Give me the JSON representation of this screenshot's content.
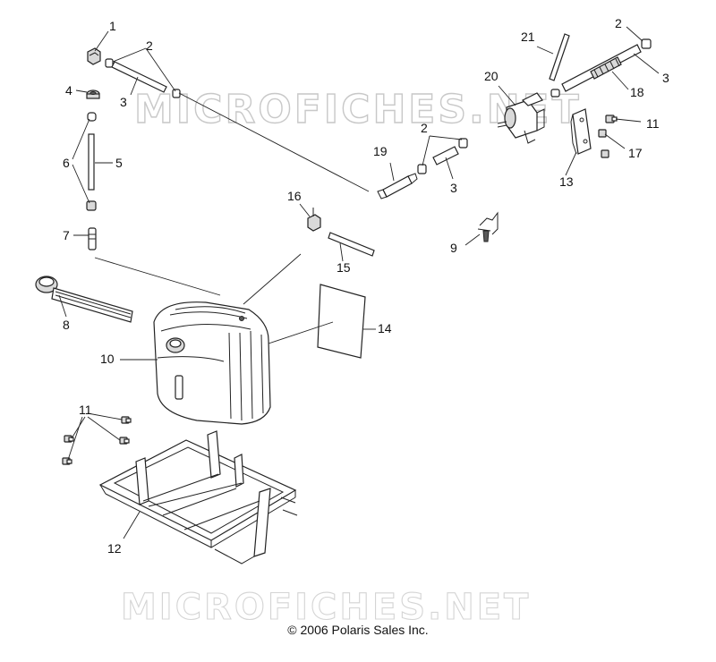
{
  "watermark": {
    "middle": "MICROFICHES.NET",
    "bottom": "MICROFICHES.NET"
  },
  "copyright": "© 2006 Polaris Sales Inc.",
  "callouts": {
    "c1": "1",
    "c2a": "2",
    "c2b": "2",
    "c2c": "2",
    "c3a": "3",
    "c3b": "3",
    "c3c": "3",
    "c4": "4",
    "c5": "5",
    "c6": "6",
    "c7": "7",
    "c8": "8",
    "c9": "9",
    "c10": "10",
    "c11a": "11",
    "c11b": "11",
    "c12": "12",
    "c13": "13",
    "c14": "14",
    "c15": "15",
    "c16": "16",
    "c17": "17",
    "c18": "18",
    "c19": "19",
    "c20": "20",
    "c21": "21"
  }
}
